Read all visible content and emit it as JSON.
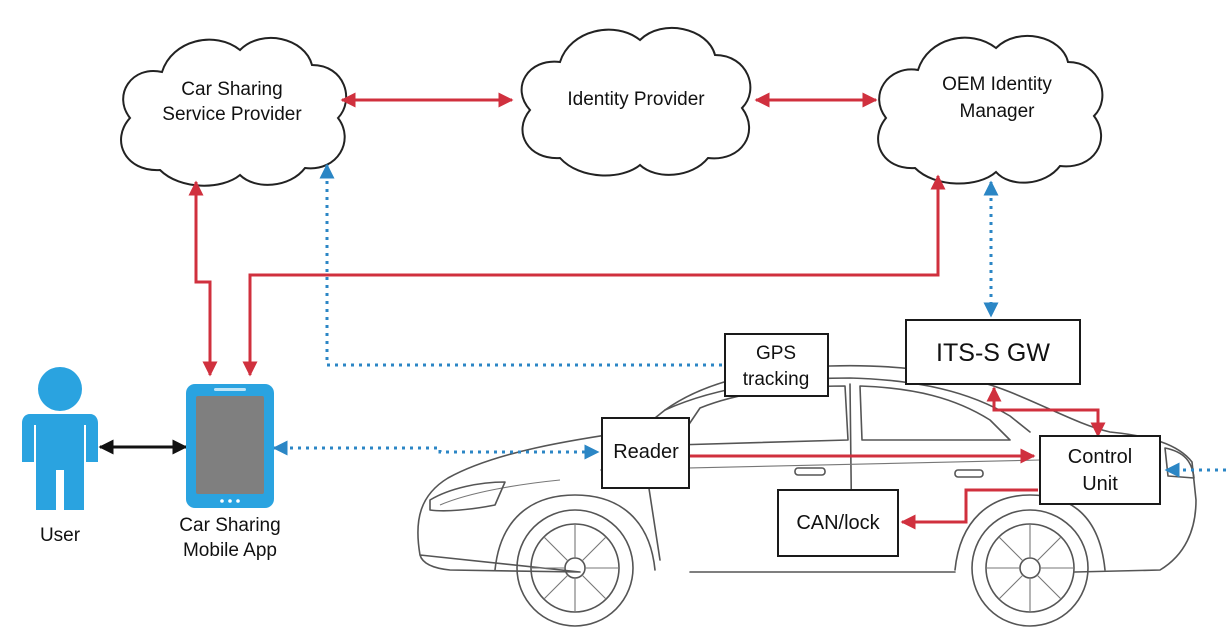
{
  "nodes": {
    "car_sharing_provider": {
      "line1": "Car Sharing",
      "line2": "Service Provider"
    },
    "identity_provider": {
      "label": "Identity Provider"
    },
    "oem_identity_manager": {
      "line1": "OEM Identity",
      "line2": "Manager"
    },
    "user": {
      "label": "User"
    },
    "mobile_app": {
      "line1": "Car Sharing",
      "line2": "Mobile App"
    },
    "gps_tracking": {
      "line1": "GPS",
      "line2": "tracking"
    },
    "its_s_gw": {
      "label": "ITS-S GW"
    },
    "reader": {
      "label": "Reader"
    },
    "control_unit": {
      "line1": "Control",
      "line2": "Unit"
    },
    "can_lock": {
      "label": "CAN/lock"
    }
  },
  "colors": {
    "red_link": "#d0303e",
    "blue_link": "#2b86c5",
    "black_link": "#111111",
    "user_figure": "#2aa3e0",
    "phone_body": "#2aa3e0",
    "phone_screen": "#7f7f7f"
  },
  "icons": {
    "user": "person-icon",
    "mobile_app": "smartphone-icon",
    "vehicle": "car-outline"
  }
}
